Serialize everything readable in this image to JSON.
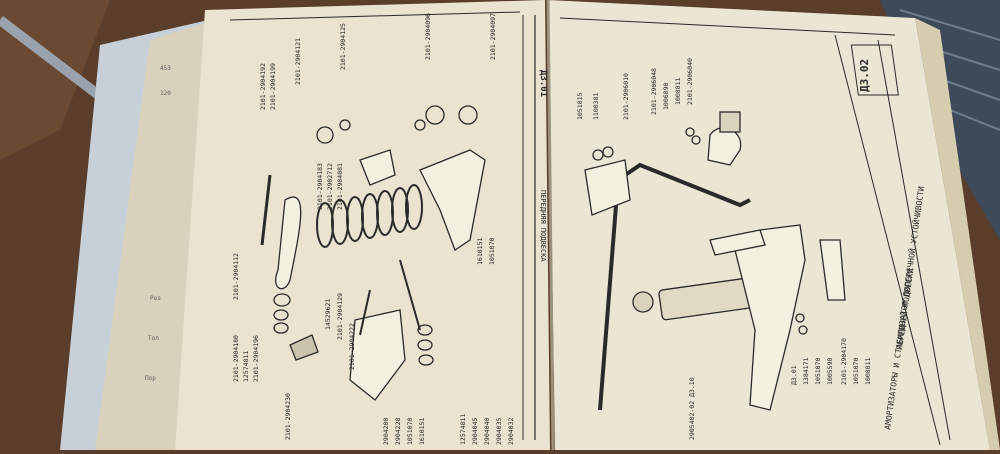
{
  "image": {
    "subject": "Open parts catalogue book with exploded-view drawings of a car front suspension",
    "colors": {
      "table": "#5a3e2b",
      "fabric": "#3c4a5a",
      "paper": "#e9e3cf",
      "ink": "#2a2a2a",
      "cover": "#c7d0d8"
    }
  },
  "left_page": {
    "section_code": "ДЗ.01",
    "section_title": "ПЕРЕДНЯЯ ПОДВЕСКА",
    "callouts_left": [
      "2101-2904180",
      "12574811",
      "2101-2904196",
      "2101-2904230",
      "2101-2904112"
    ],
    "callouts_bottom": [
      "2904200",
      "2904228",
      "1051070",
      "1610151",
      "12574811",
      "2904045",
      "2904040",
      "2904035",
      "2904032"
    ],
    "callouts_top": [
      "2101-2904192",
      "2101-2904199",
      "2101-2904121",
      "2101-2904125",
      "2101-2904096",
      "2101-2904097"
    ],
    "callouts_spring": [
      "2101-2904183",
      "2101-2902712",
      "2101-2904081",
      "14529621",
      "2101-2904129",
      "2101-2904222"
    ],
    "callouts_right": [
      "1610151",
      "1051070"
    ]
  },
  "right_page": {
    "section_code": "ДЗ.02",
    "title_line1": "АМОРТИЗАТОРЫ И СТАБИЛИЗАТОР ПОПЕРЕЧНОЙ УСТОЙЧИВОСТИ",
    "title_line2": "ПЕРЕДНЕЙ ПОДВЕСКИ",
    "callouts_top": [
      "1051815",
      "1100381",
      "2101-2906010",
      "2101-2906048",
      "1006890",
      "1008811",
      "2101-2906040"
    ],
    "callouts_bottom": [
      "2905402-02 ДЗ.10",
      "ДЗ.01",
      "1384171",
      "1051070",
      "1005590",
      "2101-2904170",
      "1051070",
      "1008811"
    ]
  }
}
